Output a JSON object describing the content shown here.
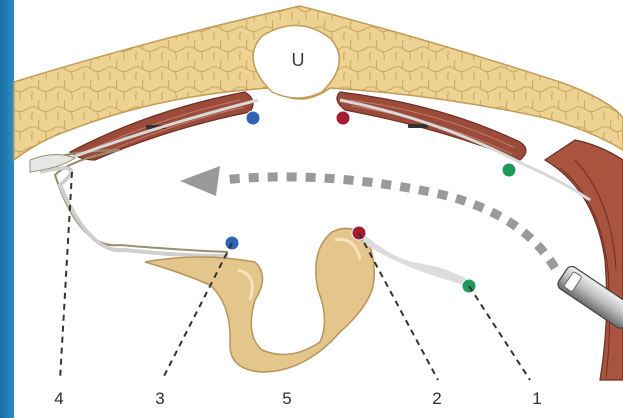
{
  "umbilicus_label": "U",
  "labels": [
    "1",
    "2",
    "3",
    "4",
    "5"
  ],
  "colors": {
    "fat": "#ecd08e",
    "fat_line": "#c9a85c",
    "muscle": "#9a4a38",
    "peritoneum": "#d8d8d8",
    "organ": "#e2c48a",
    "blue_marker": "#3162b8",
    "red_marker": "#a51c32",
    "green_marker": "#1f9a5c",
    "arrow": "#9a9a9a",
    "left_edge": "#1d7fb5"
  },
  "icons": [
    "blue-marker-icon",
    "red-marker-icon",
    "green-marker-icon",
    "laparoscope-icon",
    "curved-arrow-icon"
  ]
}
